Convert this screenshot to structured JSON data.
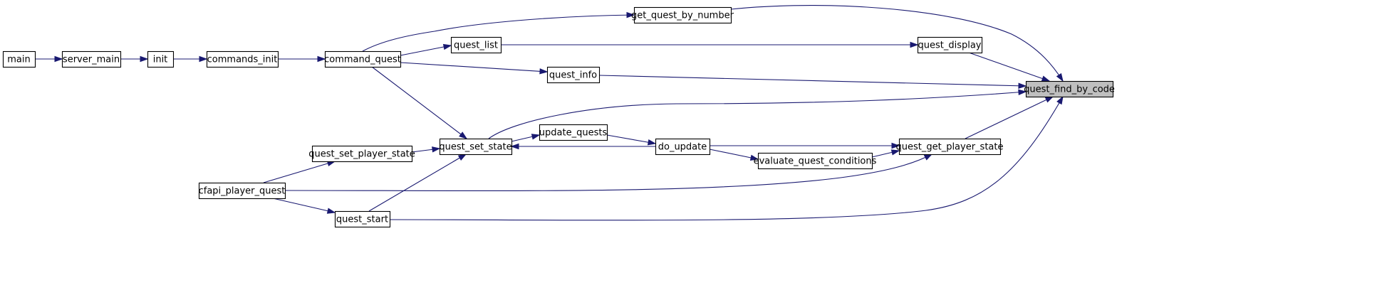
{
  "graph": {
    "highlighted": "quest_find_by_code",
    "edge_color": "#191970",
    "highlight_fill": "#bfbfbf",
    "nodes": {
      "main": "main",
      "server_main": "server_main",
      "init": "init",
      "commands_init": "commands_init",
      "command_quest": "command_quest",
      "get_quest_by_number": "get_quest_by_number",
      "quest_list": "quest_list",
      "quest_info": "quest_info",
      "quest_display": "quest_display",
      "quest_find_by_code": "quest_find_by_code",
      "quest_set_state": "quest_set_state",
      "update_quests": "update_quests",
      "do_update": "do_update",
      "quest_set_player_state": "quest_set_player_state",
      "evaluate_quest_conditions": "evaluate_quest_conditions",
      "quest_get_player_state": "quest_get_player_state",
      "cfapi_player_quest": "cfapi_player_quest",
      "quest_start": "quest_start"
    },
    "edges": [
      [
        "main",
        "server_main"
      ],
      [
        "server_main",
        "init"
      ],
      [
        "init",
        "commands_init"
      ],
      [
        "commands_init",
        "command_quest"
      ],
      [
        "command_quest",
        "get_quest_by_number"
      ],
      [
        "command_quest",
        "quest_list"
      ],
      [
        "command_quest",
        "quest_info"
      ],
      [
        "command_quest",
        "quest_set_state"
      ],
      [
        "get_quest_by_number",
        "quest_find_by_code"
      ],
      [
        "quest_list",
        "quest_display"
      ],
      [
        "quest_display",
        "quest_find_by_code"
      ],
      [
        "quest_info",
        "quest_find_by_code"
      ],
      [
        "quest_set_state",
        "quest_find_by_code"
      ],
      [
        "quest_set_state",
        "update_quests"
      ],
      [
        "update_quests",
        "do_update"
      ],
      [
        "do_update",
        "quest_set_state"
      ],
      [
        "do_update",
        "quest_get_player_state"
      ],
      [
        "do_update",
        "evaluate_quest_conditions"
      ],
      [
        "evaluate_quest_conditions",
        "quest_get_player_state"
      ],
      [
        "quest_get_player_state",
        "quest_find_by_code"
      ],
      [
        "quest_set_player_state",
        "quest_set_state"
      ],
      [
        "cfapi_player_quest",
        "quest_set_player_state"
      ],
      [
        "cfapi_player_quest",
        "quest_get_player_state"
      ],
      [
        "cfapi_player_quest",
        "quest_start"
      ],
      [
        "quest_start",
        "quest_set_state"
      ],
      [
        "quest_start",
        "quest_find_by_code"
      ]
    ]
  }
}
